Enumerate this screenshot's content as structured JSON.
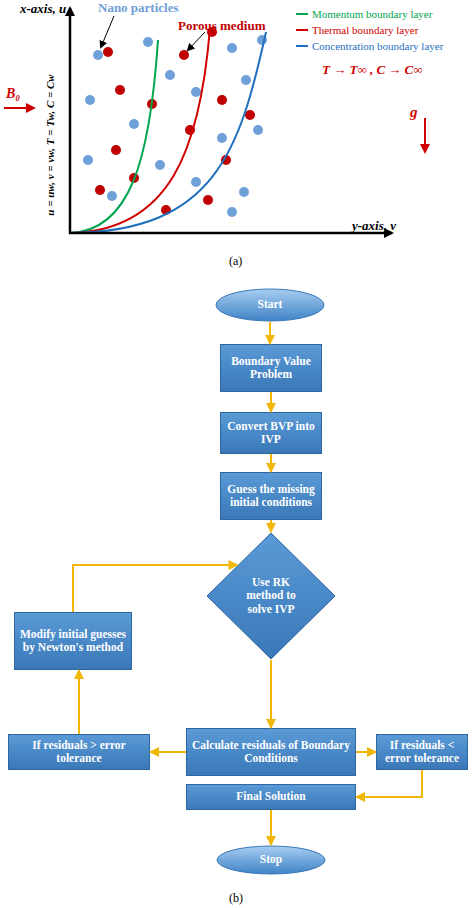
{
  "diagram": {
    "nodes": [
      {
        "text": [
          "Start"
        ]
      },
      {
        "text": [
          "Boundary Value Problem"
        ]
      },
      {
        "text": [
          "Convert BVP into IVP"
        ]
      },
      {
        "text": [
          "Guess the missing initial conditions"
        ]
      },
      {
        "text": [
          "Use RK method to solve IVP"
        ]
      },
      {
        "text": [
          "Modify initial guesses by Newton's method"
        ]
      },
      {
        "text": [
          "If residuals > error tolerance"
        ]
      },
      {
        "text": [
          "Calculate residuals of Boundary Conditions"
        ]
      },
      {
        "text": [
          "If residuals < error tolerance"
        ]
      },
      {
        "text": [
          "Final Solution"
        ]
      },
      {
        "text": [
          "Stop"
        ]
      }
    ],
    "edges": [
      {
        "from": 0,
        "to": 1,
        "arrow": "to"
      },
      {
        "from": 1,
        "to": 2,
        "arrow": "to"
      },
      {
        "from": 2,
        "to": 3,
        "arrow": "to"
      },
      {
        "from": 3,
        "to": 4,
        "arrow": "to"
      },
      {
        "from": 4,
        "to": 7,
        "arrow": "to"
      },
      {
        "from": 7,
        "to": 6,
        "arrow": "to"
      },
      {
        "from": 6,
        "to": 5,
        "arrow": "to"
      },
      {
        "from": 5,
        "to": 4,
        "arrow": "to"
      },
      {
        "from": 7,
        "to": 8,
        "arrow": "to"
      },
      {
        "from": 8,
        "to": 9,
        "arrow": "to"
      },
      {
        "from": 9,
        "to": 10,
        "arrow": "to"
      }
    ],
    "labels": [
      "x-axis, u",
      "Nano particles",
      "Porous medium",
      "T → T∞ , C → C∞",
      "B₀",
      "g",
      "u = uw, v = vw, T = Tw, C = Cw",
      "y-axis, v",
      "(a)",
      "(b)"
    ],
    "legend": [
      {
        "text": "Momentum boundary layer"
      },
      {
        "text": "Thermal boundary layer"
      },
      {
        "text": "Concentration boundary layer"
      }
    ]
  }
}
